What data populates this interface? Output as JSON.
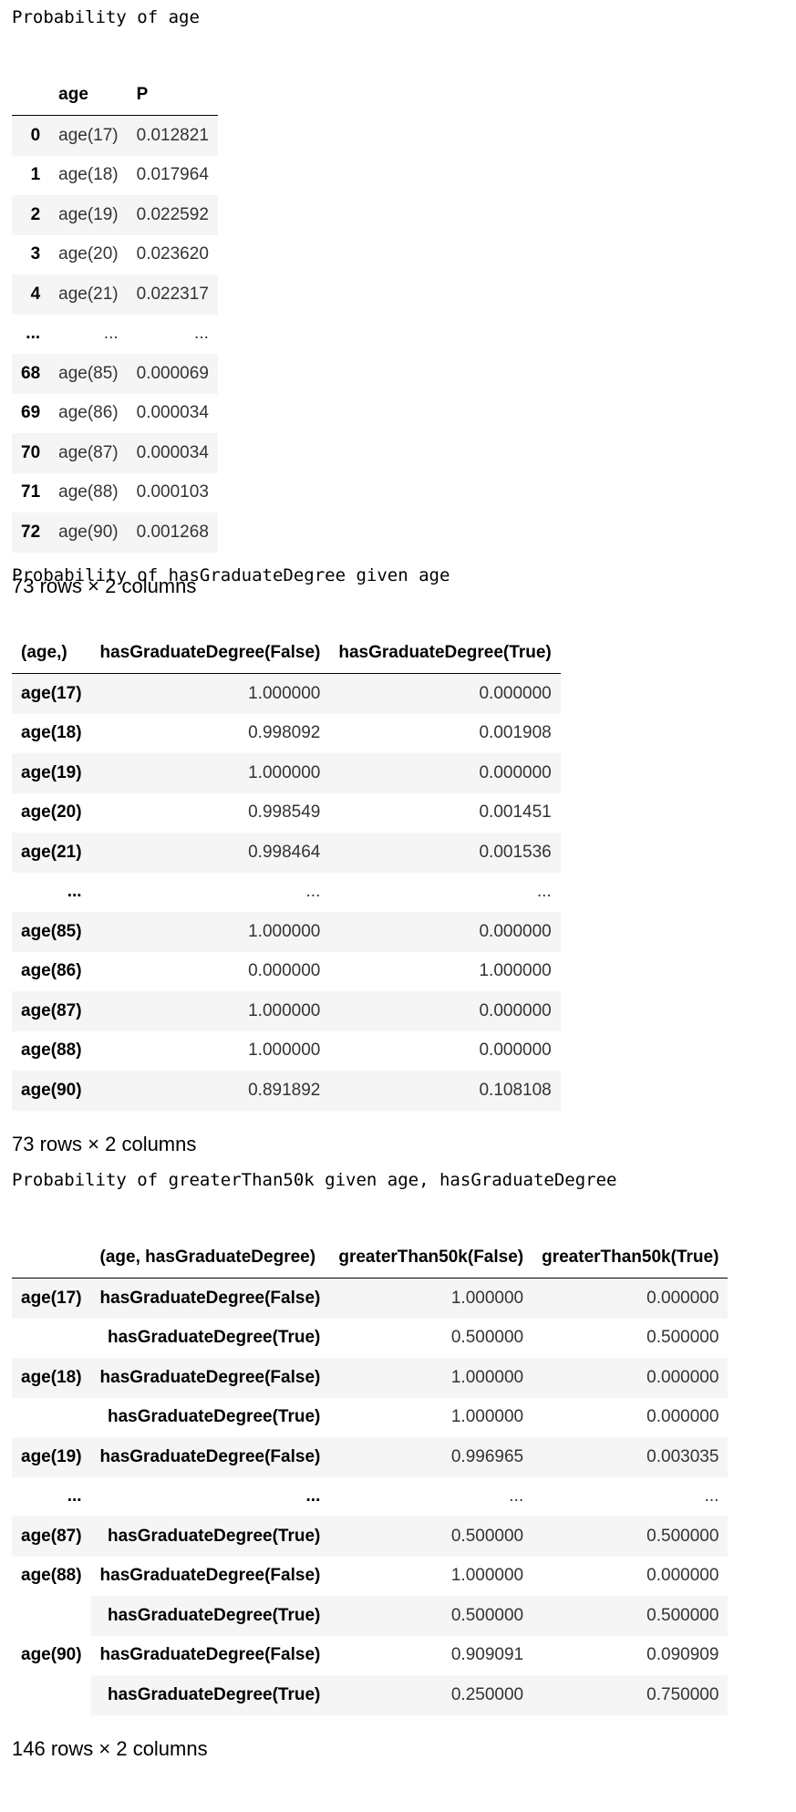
{
  "section1": {
    "title": "Probability of age",
    "header": [
      "age",
      "P"
    ],
    "rows": [
      {
        "idx": "0",
        "age": "age(17)",
        "p": "0.012821"
      },
      {
        "idx": "1",
        "age": "age(18)",
        "p": "0.017964"
      },
      {
        "idx": "2",
        "age": "age(19)",
        "p": "0.022592"
      },
      {
        "idx": "3",
        "age": "age(20)",
        "p": "0.023620"
      },
      {
        "idx": "4",
        "age": "age(21)",
        "p": "0.022317"
      },
      {
        "idx": "...",
        "age": "...",
        "p": "..."
      },
      {
        "idx": "68",
        "age": "age(85)",
        "p": "0.000069"
      },
      {
        "idx": "69",
        "age": "age(86)",
        "p": "0.000034"
      },
      {
        "idx": "70",
        "age": "age(87)",
        "p": "0.000034"
      },
      {
        "idx": "71",
        "age": "age(88)",
        "p": "0.000103"
      },
      {
        "idx": "72",
        "age": "age(90)",
        "p": "0.001268"
      }
    ],
    "shape": "73 rows × 2 columns"
  },
  "section2": {
    "title": "Probability of hasGraduateDegree given age",
    "header": [
      "(age,)",
      "hasGraduateDegree(False)",
      "hasGraduateDegree(True)"
    ],
    "rows": [
      {
        "idx": "age(17)",
        "f": "1.000000",
        "t": "0.000000"
      },
      {
        "idx": "age(18)",
        "f": "0.998092",
        "t": "0.001908"
      },
      {
        "idx": "age(19)",
        "f": "1.000000",
        "t": "0.000000"
      },
      {
        "idx": "age(20)",
        "f": "0.998549",
        "t": "0.001451"
      },
      {
        "idx": "age(21)",
        "f": "0.998464",
        "t": "0.001536"
      },
      {
        "idx": "...",
        "f": "...",
        "t": "..."
      },
      {
        "idx": "age(85)",
        "f": "1.000000",
        "t": "0.000000"
      },
      {
        "idx": "age(86)",
        "f": "0.000000",
        "t": "1.000000"
      },
      {
        "idx": "age(87)",
        "f": "1.000000",
        "t": "0.000000"
      },
      {
        "idx": "age(88)",
        "f": "1.000000",
        "t": "0.000000"
      },
      {
        "idx": "age(90)",
        "f": "0.891892",
        "t": "0.108108"
      }
    ],
    "shape": "73 rows × 2 columns"
  },
  "section3": {
    "title": "Probability of greaterThan50k given age, hasGraduateDegree",
    "header": [
      "",
      "(age, hasGraduateDegree)",
      "greaterThan50k(False)",
      "greaterThan50k(True)"
    ],
    "rows": [
      {
        "l0": "age(17)",
        "l1": "hasGraduateDegree(False)",
        "f": "1.000000",
        "t": "0.000000"
      },
      {
        "l0": "",
        "l1": "hasGraduateDegree(True)",
        "f": "0.500000",
        "t": "0.500000"
      },
      {
        "l0": "age(18)",
        "l1": "hasGraduateDegree(False)",
        "f": "1.000000",
        "t": "0.000000"
      },
      {
        "l0": "",
        "l1": "hasGraduateDegree(True)",
        "f": "1.000000",
        "t": "0.000000"
      },
      {
        "l0": "age(19)",
        "l1": "hasGraduateDegree(False)",
        "f": "0.996965",
        "t": "0.003035"
      },
      {
        "l0": "...",
        "l1": "...",
        "f": "...",
        "t": "..."
      },
      {
        "l0": "age(87)",
        "l1": "hasGraduateDegree(True)",
        "f": "0.500000",
        "t": "0.500000"
      },
      {
        "l0": "age(88)",
        "l1": "hasGraduateDegree(False)",
        "f": "1.000000",
        "t": "0.000000"
      },
      {
        "l0": "",
        "l1": "hasGraduateDegree(True)",
        "f": "0.500000",
        "t": "0.500000"
      },
      {
        "l0": "age(90)",
        "l1": "hasGraduateDegree(False)",
        "f": "0.909091",
        "t": "0.090909"
      },
      {
        "l0": "",
        "l1": "hasGraduateDegree(True)",
        "f": "0.250000",
        "t": "0.750000"
      }
    ],
    "shape": "146 rows × 2 columns"
  }
}
